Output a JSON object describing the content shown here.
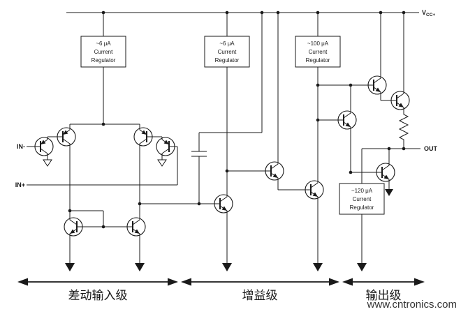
{
  "labels": {
    "vcc_main": "V",
    "vcc_sub": "CC+",
    "in_minus": "IN-",
    "in_plus": "IN+",
    "out": "OUT"
  },
  "regulators": [
    {
      "lines": [
        "~6 μA",
        "Current",
        "Regulator"
      ]
    },
    {
      "lines": [
        "~6 μA",
        "Current",
        "Regulator"
      ]
    },
    {
      "lines": [
        "~100 μA",
        "Current",
        "Regulator"
      ]
    },
    {
      "lines": [
        "~120 μA",
        "Current",
        "Regulator"
      ]
    }
  ],
  "stages": [
    {
      "label": "差动输入级"
    },
    {
      "label": "增益级"
    },
    {
      "label": "输出级"
    }
  ],
  "watermark": {
    "text": "www.cntronics.com",
    "color": "#a8d08d"
  },
  "colors": {
    "line": "#1a1a1a",
    "background": "#ffffff"
  }
}
